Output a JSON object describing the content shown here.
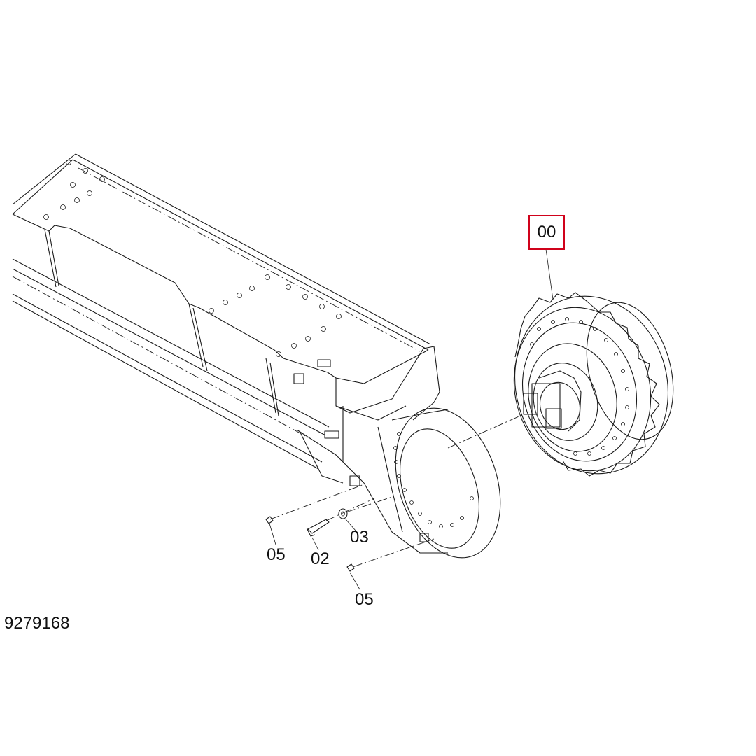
{
  "callouts": {
    "part_00": "00",
    "part_02": "02",
    "part_03": "03",
    "part_05_left": "05",
    "part_05_right": "05"
  },
  "drawing_number": "9279168",
  "colors": {
    "highlight": "#d0021b",
    "line": "#1a1a1a",
    "background": "#ffffff"
  }
}
